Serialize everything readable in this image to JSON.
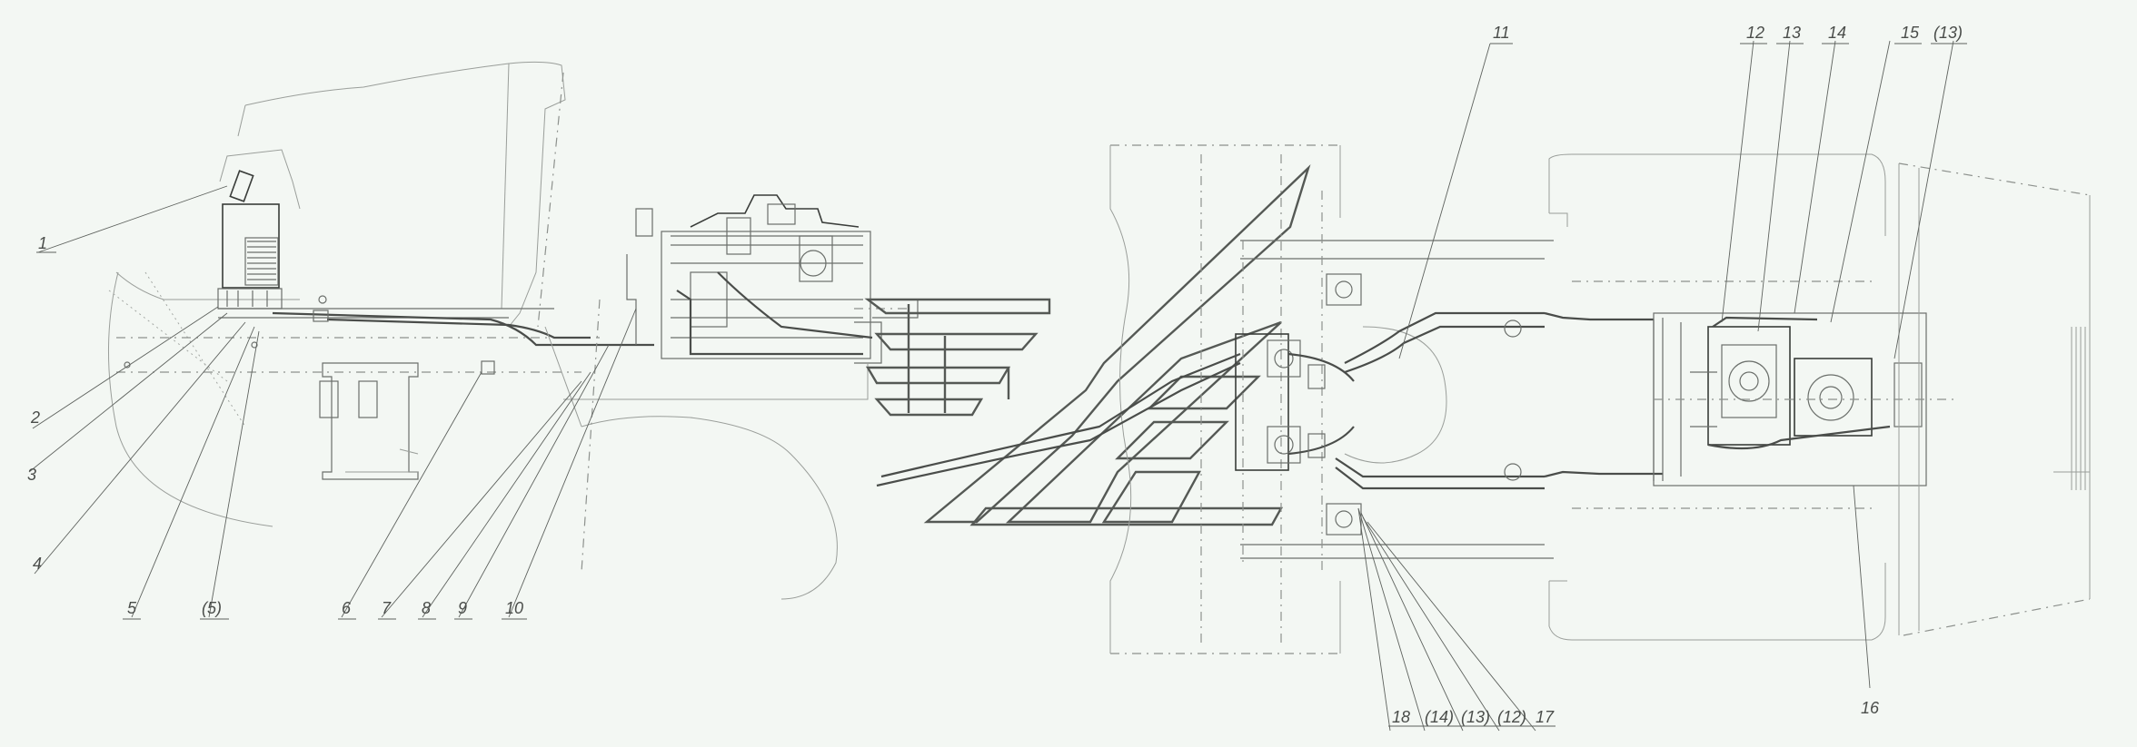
{
  "labels": {
    "c1": "1",
    "c2": "2",
    "c3": "3",
    "c4": "4",
    "c5": "5",
    "c5b": "(5)",
    "c6": "6",
    "c7": "7",
    "c8": "8",
    "c9": "9",
    "c10": "10",
    "c11": "11",
    "c12": "12",
    "c13": "13",
    "c14": "14",
    "c15": "15",
    "c13b": "(13)",
    "c16": "16",
    "c18": "18",
    "c14b": "(14)",
    "c13c": "(13)",
    "c12b": "(12)",
    "c17": "17"
  },
  "icons": {
    "logo": "stylized-brand-logo-watermark"
  },
  "colors": {
    "background": "#f3f7f3",
    "line": "#6b6f6b",
    "dark": "#3a3d3a"
  }
}
